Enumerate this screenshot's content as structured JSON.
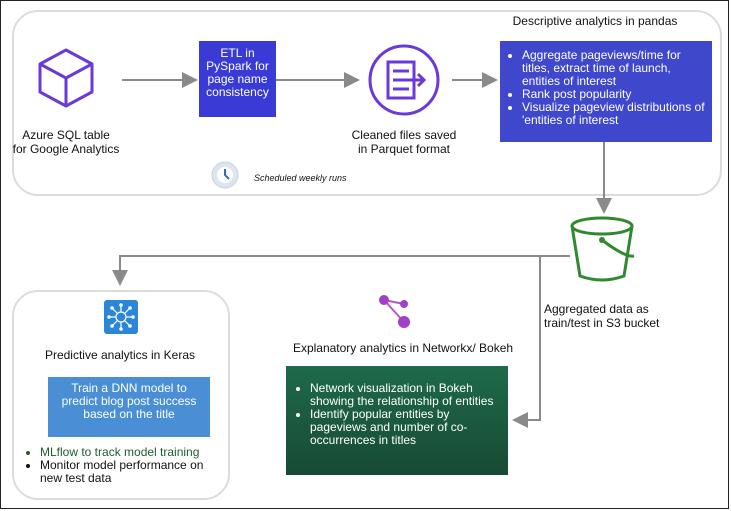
{
  "top_panel": {
    "title": "Descriptive analytics in pandas",
    "source": {
      "line1": "Azure SQL table",
      "line2": "for Google Analytics",
      "icon": "cube-icon"
    },
    "etl": {
      "line1": "ETL in",
      "line2": "PySpark for",
      "line3": "page name",
      "line4": "consistency"
    },
    "parquet": {
      "line1": "Cleaned files saved",
      "line2": "in Parquet format",
      "icon": "parquet-file-icon"
    },
    "schedule": {
      "label": "Scheduled weekly runs",
      "icon": "clock-icon"
    },
    "pandas_items": [
      "Aggregate pageviews/time for titles, extract time of launch, entities of interest",
      "Rank post popularity",
      "Visualize pageview distributions of 'entities of interest"
    ]
  },
  "s3": {
    "line1": "Aggregated data as",
    "line2": "train/test in S3 bucket",
    "icon": "bucket-icon"
  },
  "predictive": {
    "title": "Predictive analytics in Keras",
    "icon": "neural-network-icon",
    "dnn": {
      "line1": "Train a DNN model to",
      "line2": "predict blog post success",
      "line3": "based on the title"
    },
    "items": [
      "MLflow to track model training",
      "Monitor model performance on new test data"
    ]
  },
  "explanatory": {
    "title": "Explanatory analytics in Networkx/ Bokeh",
    "icon": "graph-nodes-icon",
    "items": [
      "Network visualization in Bokeh showing the relationship of entities",
      "Identify popular entities by pageviews and number of co-occurrences in titles"
    ]
  },
  "colors": {
    "etl_blue": "#3a3bd6",
    "pandas_blue": "#3f48cc",
    "dnn_blue": "#4a8fd6",
    "network_green": "#1e5c43",
    "cube_purple": "#6a3ad6",
    "bucket_green": "#2f8a2f"
  }
}
